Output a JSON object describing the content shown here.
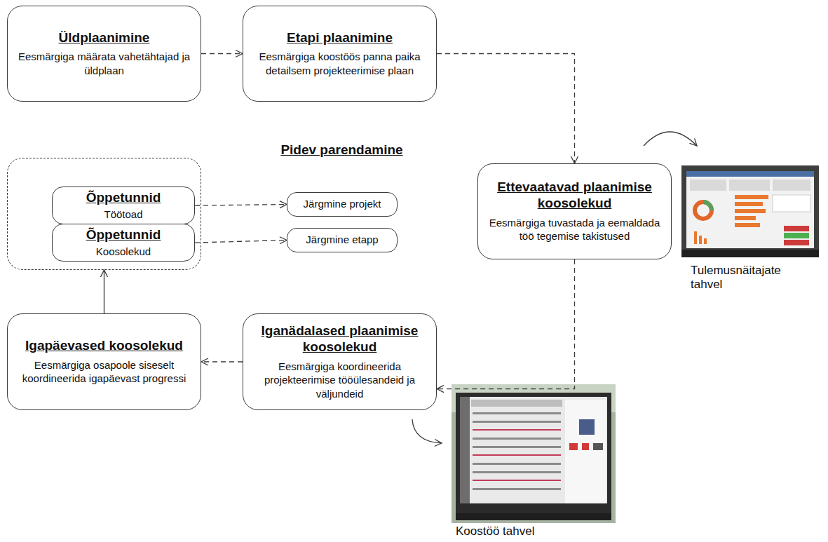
{
  "diagram": {
    "nodes": [
      {
        "text": [
          "Üldplaanimine",
          "Eesmärgiga määrata vahetähtajad ja üldplaan"
        ]
      },
      {
        "text": [
          "Etapi plaanimine",
          "Eesmärgiga koostöös panna paika detailsem projekteerimise plaan"
        ]
      },
      {
        "text": []
      },
      {
        "text": [
          "Õppetunnid",
          "Töötoad"
        ],
        "in": 2
      },
      {
        "text": [
          "Õppetunnid",
          "Koosolekud"
        ],
        "in": 2
      },
      {
        "text": [
          "Järgmine projekt"
        ]
      },
      {
        "text": [
          "Järgmine etapp"
        ]
      },
      {
        "text": [
          "Ettevaatavad plaanimise koosolekud",
          "Eesmärgiga tuvastada ja eemaldada töö tegemise takistused"
        ]
      },
      {
        "text": [
          "Igapäevased koosolekud",
          "Eesmärgiga osapoole siseselt koordineerida igapäevast progressi"
        ]
      },
      {
        "text": [
          "Iganädalased plaanimise koosolekud",
          "Eesmärgiga koordineerida projekteerimise tööülesandeid ja väljundeid"
        ]
      }
    ],
    "edges": [
      {
        "from": 0,
        "to": 1,
        "arrow": "to"
      },
      {
        "from": 1,
        "to": 7,
        "arrow": "to"
      },
      {
        "from": 7,
        "to": 9,
        "arrow": "to"
      },
      {
        "from": 9,
        "to": 8,
        "arrow": "to"
      },
      {
        "from": 8,
        "to": 2,
        "arrow": "to"
      },
      {
        "from": 3,
        "to": 5,
        "arrow": "to"
      },
      {
        "from": 4,
        "to": 6,
        "arrow": "to"
      }
    ],
    "labels": [
      "Pidev parendamine",
      "Tulemusnäitajate tahvel",
      "Koostöö tahvel"
    ]
  }
}
